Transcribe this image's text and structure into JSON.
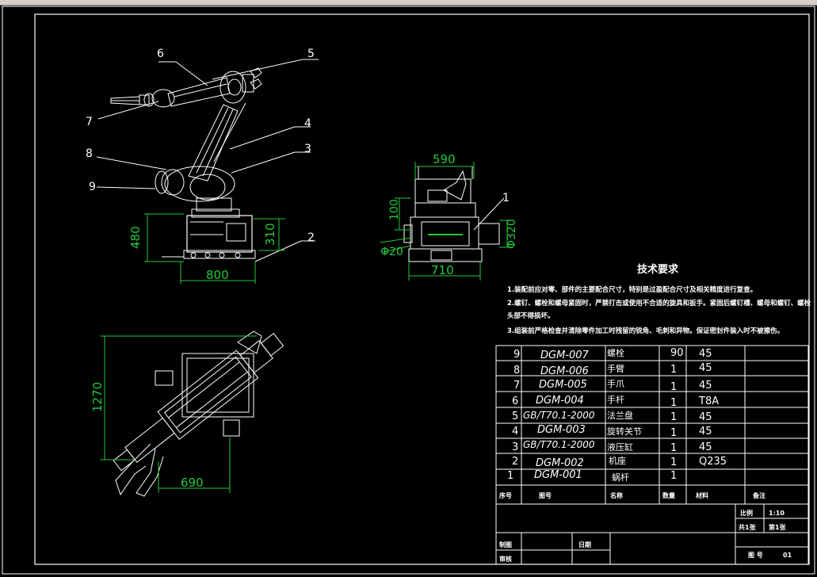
{
  "balloons": {
    "b1": "1",
    "b2": "2",
    "b3": "3",
    "b4": "4",
    "b5": "5",
    "b6": "6",
    "b7": "7",
    "b8": "8",
    "b9": "9"
  },
  "dims": {
    "side_width": "800",
    "side_height": "480",
    "side_base": "310",
    "front_top": "590",
    "front_bottom": "710",
    "front_dia": "Φ320",
    "front_100": "100",
    "front_20": "Φ20",
    "plan_height": "1270",
    "plan_width": "690"
  },
  "tech": {
    "title": "技术要求",
    "line1": "1.装配前应对零、部件的主要配合尺寸，特别是过盈配合尺寸及相关精度进行复查。",
    "line2a": "2.螺钉、螺栓和螺母紧固时，严禁打击或使用不合适的旋具和扳手。紧固后螺钉槽、螺母和螺钉、螺栓",
    "line2b": "头部不得损坏。",
    "line3": "3.组装前严格检查并清除零件加工时残留的锐角、毛刺和异物。保证密封件装入时不被擦伤。"
  },
  "bom": [
    {
      "no": "9",
      "code": "DGM-007",
      "name": "螺栓",
      "qty": "90",
      "mat": "45"
    },
    {
      "no": "8",
      "code": "DGM-006",
      "name": "手臂",
      "qty": "1",
      "mat": "45"
    },
    {
      "no": "7",
      "code": "DGM-005",
      "name": "手爪",
      "qty": "1",
      "mat": "45"
    },
    {
      "no": "6",
      "code": "DGM-004",
      "name": "手杆",
      "qty": "1",
      "mat": "T8A"
    },
    {
      "no": "5",
      "code": "GB/T70.1-2000",
      "name": "法兰盘",
      "qty": "1",
      "mat": "45"
    },
    {
      "no": "4",
      "code": "DGM-003",
      "name": "旋转关节",
      "qty": "1",
      "mat": "45"
    },
    {
      "no": "3",
      "code": "GB/T70.1-2000",
      "name": "液压缸",
      "qty": "1",
      "mat": "45"
    },
    {
      "no": "2",
      "code": "DGM-002",
      "name": "机座",
      "qty": "1",
      "mat": "Q235"
    },
    {
      "no": "1",
      "code": "DGM-001",
      "name": "蜗杆",
      "qty": "1",
      "mat": ""
    }
  ],
  "bom_header": {
    "no": "序号",
    "code": "图号",
    "name": "名称",
    "qty": "数量",
    "mat": "材料",
    "note": "备注"
  },
  "title_block": {
    "scale_label": "比例",
    "scale_value": "1:10",
    "sheets": "共1张",
    "sheet_no": "第1张",
    "drawn": "制图",
    "date": "日期",
    "checked": "审核",
    "drawing_no_label": "图 号",
    "drawing_no": "01"
  }
}
